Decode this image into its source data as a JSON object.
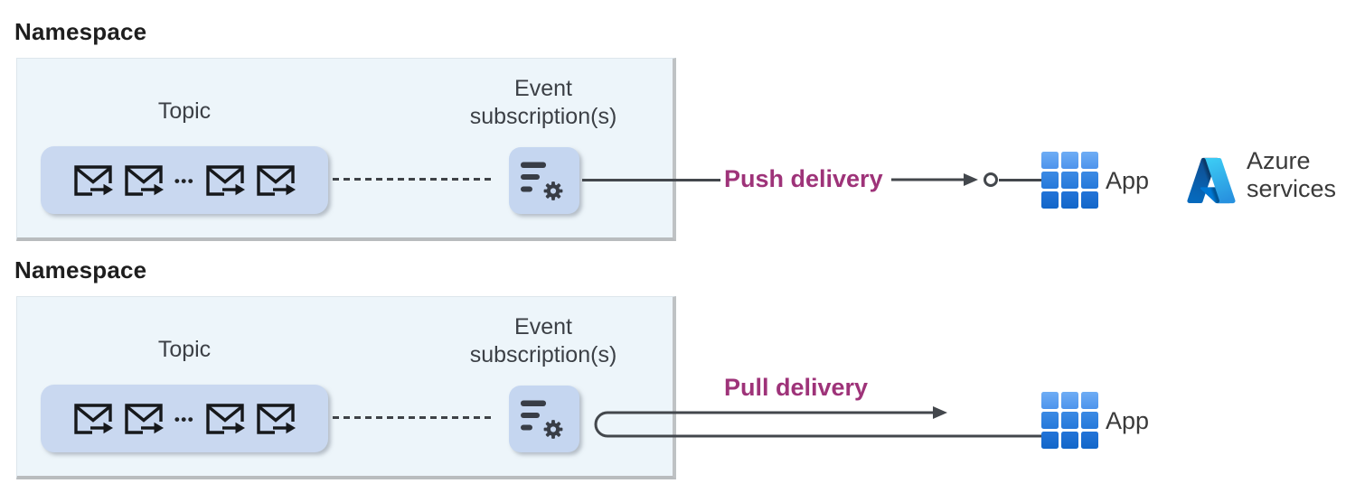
{
  "sections": {
    "push": {
      "namespace_label": "Namespace",
      "topic_label": "Topic",
      "topic_dots": "•••",
      "subscription_line1": "Event",
      "subscription_line2": "subscription(s)",
      "delivery_label": "Push delivery",
      "app_label": "App",
      "azure_line1": "Azure",
      "azure_line2": "services"
    },
    "pull": {
      "namespace_label": "Namespace",
      "topic_label": "Topic",
      "topic_dots": "•••",
      "subscription_line1": "Event",
      "subscription_line2": "subscription(s)",
      "delivery_label": "Pull delivery",
      "app_label": "App"
    }
  },
  "colors": {
    "delivery_accent": "#9e3379",
    "line": "#43474c",
    "namespace_box_bg": "#edf5fa",
    "box_shadow_edge": "#bfc2c4",
    "pill_bg": "#c9d8f0",
    "icon_glyph_dark": "#383d46",
    "app_blue_top_row": "#5fa2f2",
    "app_blue_mid_row": "#2f83e0",
    "app_blue_bottom_row": "#1b6fd3",
    "azure_gradient_dark": "#114a8b",
    "azure_gradient_light": "#3ccbf4"
  }
}
